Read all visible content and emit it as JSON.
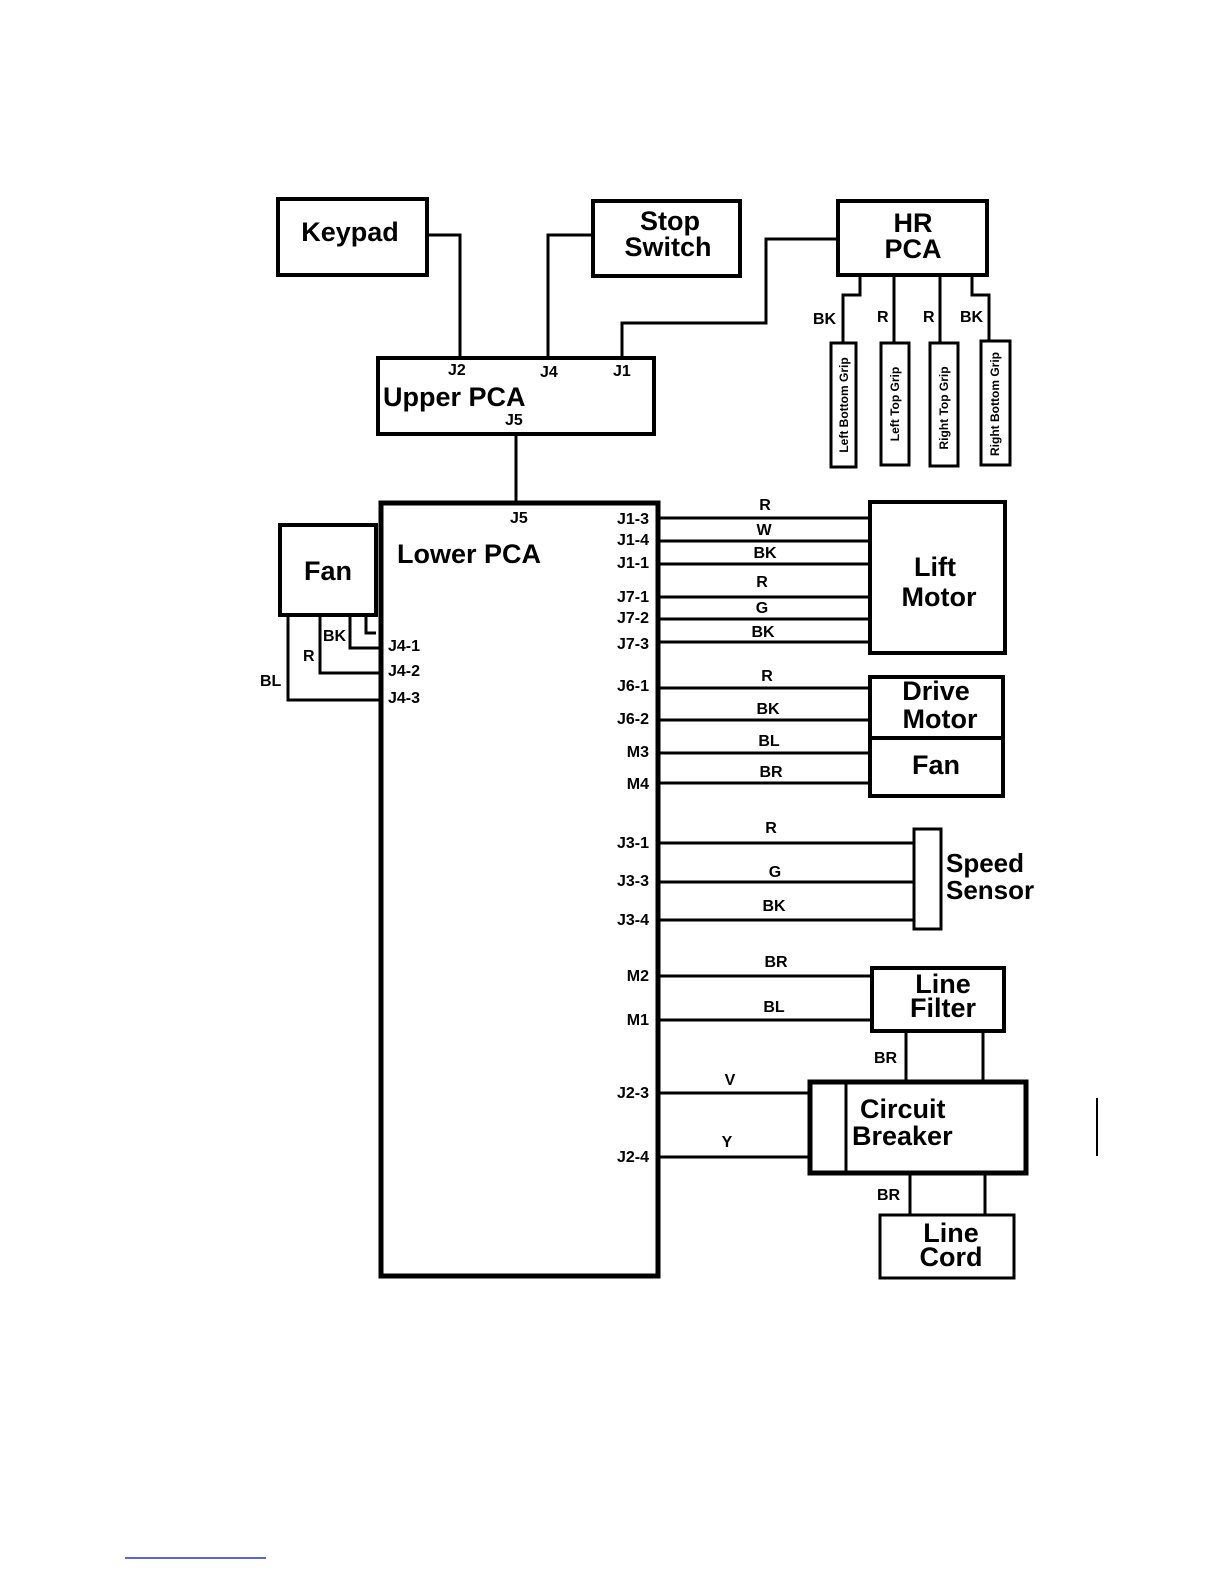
{
  "blocks": {
    "keypad": "Keypad",
    "stop_switch": [
      "Stop",
      "Switch"
    ],
    "hr_pca": [
      "HR",
      "PCA"
    ],
    "upper_pca": "Upper PCA",
    "lower_pca": "Lower PCA",
    "fan_left": "Fan",
    "lift_motor": [
      "Lift",
      "Motor"
    ],
    "drive_motor": [
      "Drive",
      "Motor"
    ],
    "drive_fan": "Fan",
    "speed_sensor": [
      "Speed",
      "Sensor"
    ],
    "line_filter": [
      "Line",
      "Filter"
    ],
    "circuit_breaker": [
      "Circuit",
      "Breaker"
    ],
    "line_cord": [
      "Line",
      "Cord"
    ]
  },
  "grips": [
    "Left Bottom Grip",
    "Left Top Grip",
    "Right Top Grip",
    "Right Bottom Grip"
  ],
  "grip_wires": [
    "BK",
    "R",
    "R",
    "BK"
  ],
  "upper_pins": {
    "j2": "J2",
    "j4": "J4",
    "j1": "J1",
    "j5": "J5"
  },
  "lower_top_pin": "J5",
  "fan_pins": [
    "J4-1",
    "J4-2",
    "J4-3"
  ],
  "fan_wires": [
    "BK",
    "R",
    "BL"
  ],
  "right_pins": [
    "J1-3",
    "J1-4",
    "J1-1",
    "J7-1",
    "J7-2",
    "J7-3",
    "J6-1",
    "J6-2",
    "M3",
    "M4",
    "J3-1",
    "J3-3",
    "J3-4",
    "M2",
    "M1",
    "J2-3",
    "J2-4"
  ],
  "right_wires": [
    "R",
    "W",
    "BK",
    "R",
    "G",
    "BK",
    "R",
    "BK",
    "BL",
    "BR",
    "R",
    "G",
    "BK",
    "BR",
    "BL",
    "V",
    "Y"
  ],
  "filter_breaker_wire": "BR",
  "breaker_cord_wire": "BR",
  "colors": {
    "line": "#000000",
    "background": "#ffffff",
    "footnote_rule": "#2233cc"
  }
}
